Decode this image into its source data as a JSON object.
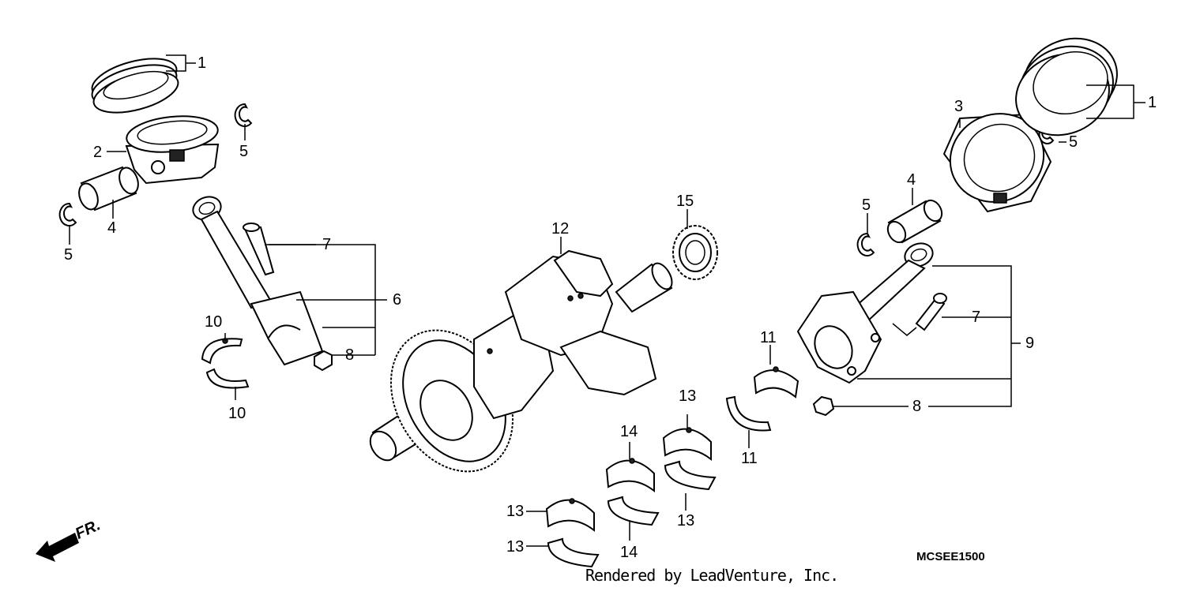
{
  "diagram_code": "MCSEE1500",
  "credit": "Rendered by LeadVenture, Inc.",
  "direction_label": "FR.",
  "callouts": {
    "c1a": "1",
    "c1b": "1",
    "c2": "2",
    "c3": "3",
    "c4a": "4",
    "c4b": "4",
    "c5a": "5",
    "c5b": "5",
    "c5c": "5",
    "c5d": "5",
    "c6": "6",
    "c7a": "7",
    "c7b": "7",
    "c8a": "8",
    "c8b": "8",
    "c9": "9",
    "c10a": "10",
    "c10b": "10",
    "c11a": "11",
    "c11b": "11",
    "c12": "12",
    "c13a": "13",
    "c13b": "13",
    "c13c": "13",
    "c13d": "13",
    "c14a": "14",
    "c14b": "14",
    "c15": "15"
  }
}
